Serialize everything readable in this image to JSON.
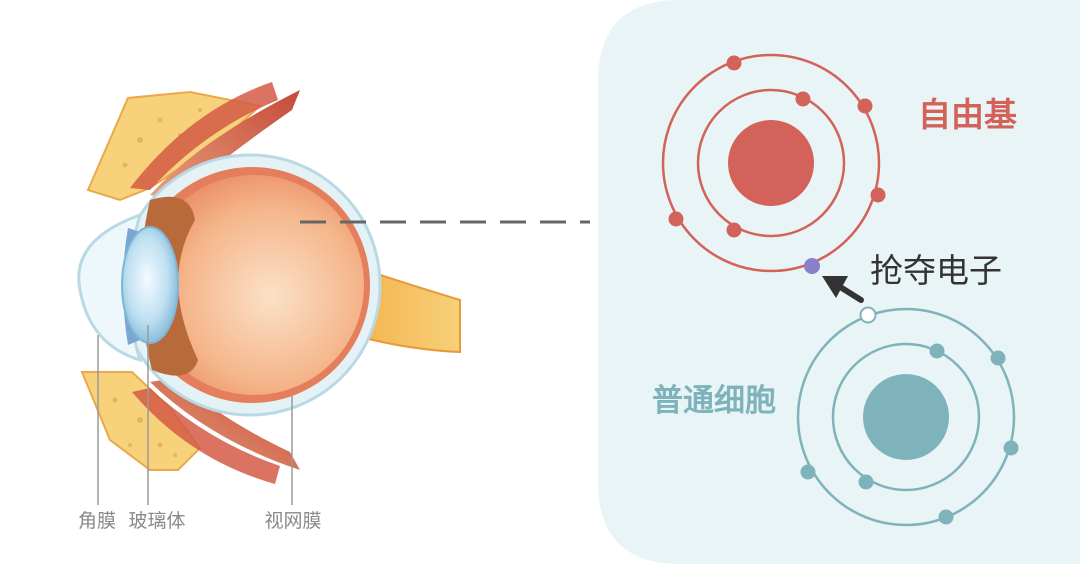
{
  "eye": {
    "labels": {
      "cornea": "角膜",
      "vitreous": "玻璃体",
      "retina": "视网膜"
    }
  },
  "free_radical": {
    "label": "自由基",
    "color": "#d2625a"
  },
  "normal_cell": {
    "label": "普通细胞",
    "color": "#7fb3bb"
  },
  "action": {
    "label": "抢夺电子",
    "color": "#333333"
  },
  "stolen_electron_color": "#8a7fc8",
  "panel_color": "#e9f4f6"
}
